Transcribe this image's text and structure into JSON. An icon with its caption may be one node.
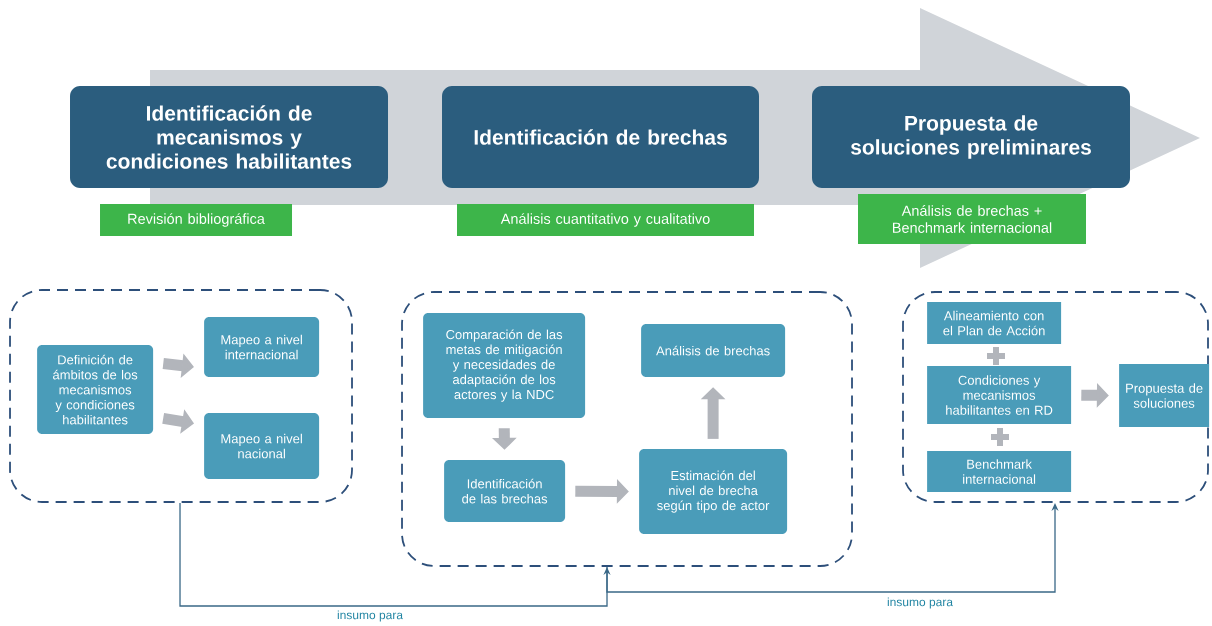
{
  "diagram": {
    "nodes": [
      {
        "text": [
          "Identificación de mecanismos y condiciones habilitantes"
        ]
      },
      {
        "text": [
          "Revisión bibliográfica"
        ]
      },
      {
        "text": [
          "Identificación de brechas"
        ]
      },
      {
        "text": [
          "Análisis cuantitativo y cualitativo"
        ]
      },
      {
        "text": [
          "Propuesta de soluciones preliminares"
        ]
      },
      {
        "text": [
          "Análisis de brechas + Benchmark internacional"
        ]
      },
      {
        "text": [],
        "shape": "box"
      },
      {
        "text": [
          "Definición de ámbitos de los mecanismos y condiciones habilitantes"
        ],
        "in": 6
      },
      {
        "text": [
          "Mapeo a nivel internacional"
        ],
        "in": 6
      },
      {
        "text": [
          "Mapeo a nivel nacional"
        ],
        "in": 6
      },
      {
        "text": [],
        "shape": "box"
      },
      {
        "text": [
          "Comparación de las metas de mitigación y necesidades de adaptación de los actores y la NDC"
        ],
        "in": 10
      },
      {
        "text": [
          "Análisis de brechas"
        ],
        "in": 10
      },
      {
        "text": [
          "Identificación de las brechas"
        ],
        "in": 10
      },
      {
        "text": [
          "Estimación del nivel de brecha según tipo de actor"
        ],
        "in": 10
      },
      {
        "text": [],
        "shape": "box"
      },
      {
        "text": [
          "Alineamiento con el Plan de Acción"
        ],
        "in": 15
      },
      {
        "text": [
          "Condiciones y mecanismos habilitantes en RD"
        ],
        "in": 15
      },
      {
        "text": [
          "Benchmark internacional"
        ],
        "in": 15
      },
      {
        "text": [
          "Propuesta de soluciones"
        ],
        "in": 15
      }
    ],
    "edges": [
      {
        "from": 7,
        "to": 8,
        "arrow": "to"
      },
      {
        "from": 7,
        "to": 9,
        "arrow": "to"
      },
      {
        "from": 11,
        "to": 13,
        "arrow": "to"
      },
      {
        "from": 13,
        "to": 14,
        "arrow": "to"
      },
      {
        "from": 14,
        "to": 12,
        "arrow": "to"
      },
      {
        "from": 17,
        "to": 19,
        "arrow": "to"
      },
      {
        "from": 6,
        "to": 10,
        "arrow": "to",
        "label": "insumo para",
        "color": "#3a6887"
      },
      {
        "from": 10,
        "to": 15,
        "arrow": "to",
        "label": "insumo para",
        "color": "#3a6887"
      }
    ]
  }
}
